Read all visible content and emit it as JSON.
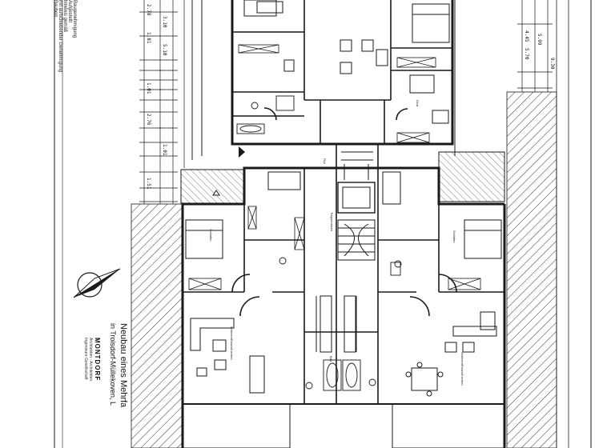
{
  "title_block": {
    "title_line1": "Neubau eines Mehrfa",
    "title_line2": "in Troisdorf-Müllekoven, L",
    "logo": "MONTDORF",
    "office_line1": "Architekten - Architekten",
    "office_line2": "Ingenieure Gesellschaft"
  },
  "notes": {
    "line1": "Baugenehmigung",
    "line2": "Aufgestellt",
    "line3": "hinweis gemäß",
    "line4": "mit aufschiebender Genehmigung",
    "line5": "Bauherr"
  },
  "dimensions_left": [
    "2.78",
    "3.10",
    "5.10",
    "1.81",
    "1.01",
    "2.76",
    "1.01",
    "1.51"
  ],
  "dimensions_right": [
    "4.45",
    "5.99",
    "5.70",
    "9.30"
  ],
  "rooms": {
    "stairwell": "Treppenraum",
    "corridor": "Flur",
    "living": "Wohnen/Essen/Kochen",
    "bath": "Bad",
    "bedroom": "Schlafen",
    "child": "Kind"
  },
  "colors": {
    "line": "#1a1a1a",
    "hatch": "#333333",
    "background": "#ffffff"
  }
}
